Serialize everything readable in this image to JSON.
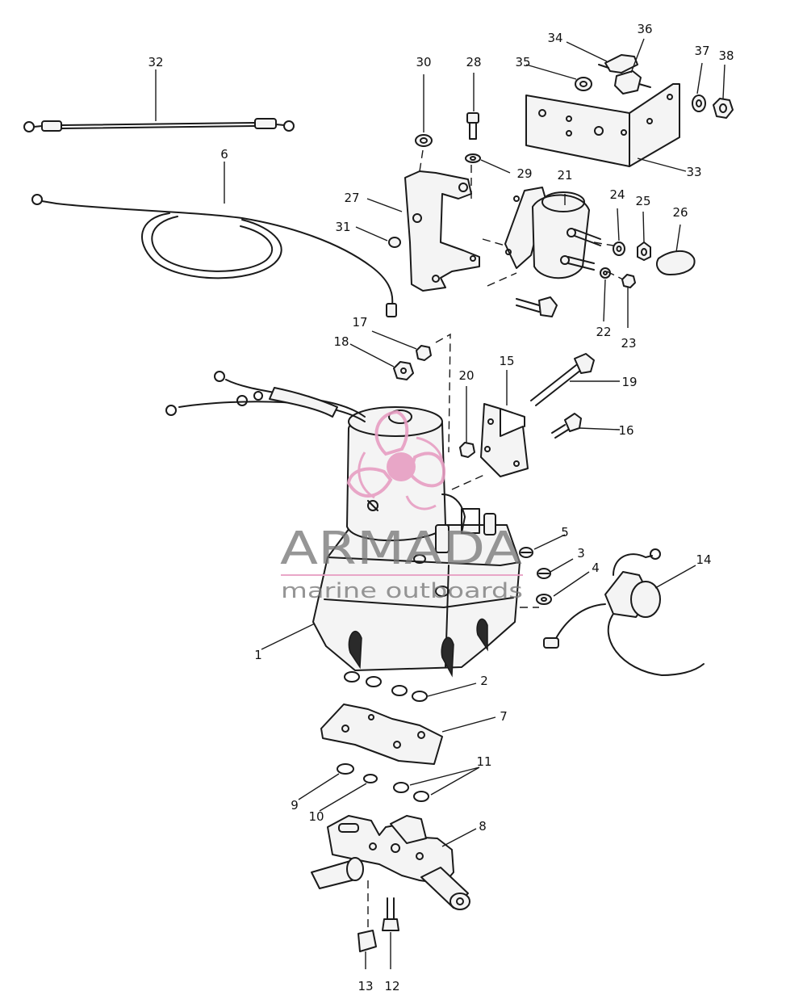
{
  "watermark": {
    "brand": "ARMADA",
    "tagline": "marine outboards",
    "logo_color": "#e79ec3",
    "text_color": "#777777"
  },
  "callouts": {
    "n1": "1",
    "n2": "2",
    "n3": "3",
    "n4": "4",
    "n5": "5",
    "n6": "6",
    "n7": "7",
    "n8": "8",
    "n9": "9",
    "n10": "10",
    "n11": "11",
    "n12": "12",
    "n13": "13",
    "n14": "14",
    "n15": "15",
    "n16": "16",
    "n17": "17",
    "n18": "18",
    "n19": "19",
    "n20": "20",
    "n21": "21",
    "n22": "22",
    "n23": "23",
    "n24": "24",
    "n25": "25",
    "n26": "26",
    "n27": "27",
    "n28": "28",
    "n29": "29",
    "n30": "30",
    "n31": "31",
    "n32": "32",
    "n33": "33",
    "n34": "34",
    "n35": "35",
    "n36": "36",
    "n37": "37",
    "n38": "38"
  }
}
